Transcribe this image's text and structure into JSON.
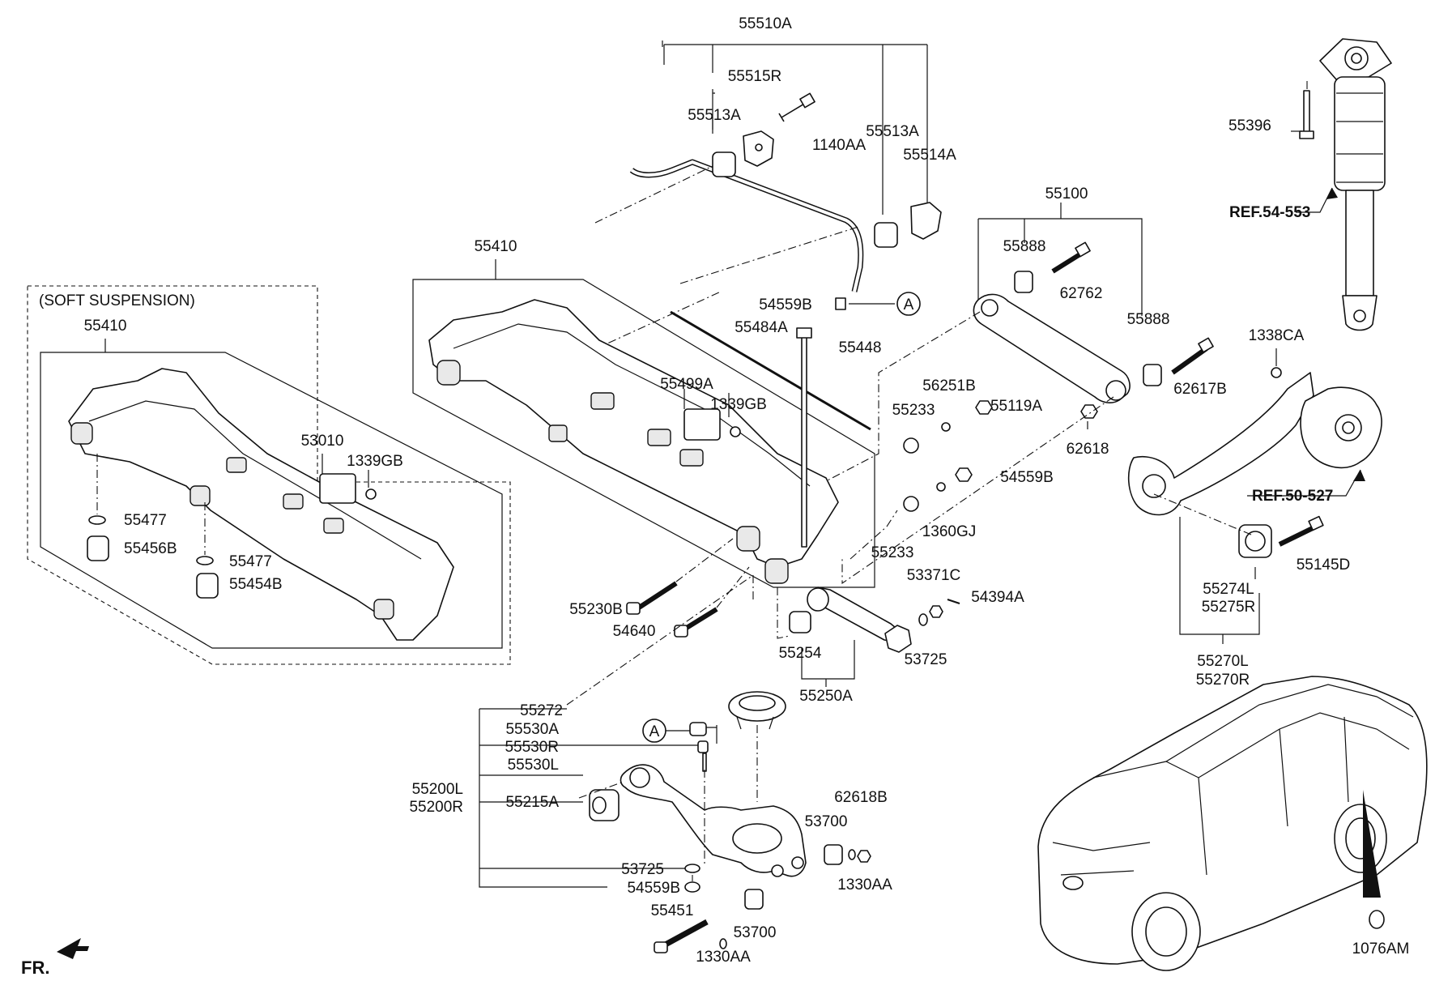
{
  "section_label": "(SOFT SUSPENSION)",
  "direction_label": "FR.",
  "circle_ref": "A",
  "labels": {
    "p55510A": "55510A",
    "p55515R": "55515R",
    "p55513A_l": "55513A",
    "p1140AA": "1140AA",
    "p55513A_r": "55513A",
    "p55514A": "55514A",
    "p55396": "55396",
    "ref54553": "REF.54-553",
    "p55100": "55100",
    "p55888_a": "55888",
    "p62762": "62762",
    "p55888_b": "55888",
    "p62617B": "62617B",
    "p1338CA": "1338CA",
    "p62618": "62618",
    "ref50527": "REF.50-527",
    "p55410_main": "55410",
    "p54559B_top": "54559B",
    "p55484A": "55484A",
    "p55448": "55448",
    "p55499A": "55499A",
    "p1339GB_main": "1339GB",
    "p56251B": "56251B",
    "p55233_a": "55233",
    "p55119A": "55119A",
    "p54559B_mid": "54559B",
    "p1360GJ": "1360GJ",
    "p55233_b": "55233",
    "p55410_soft": "55410",
    "p53010": "53010",
    "p1339GB_soft": "1339GB",
    "p55477_a": "55477",
    "p55456B": "55456B",
    "p55477_b": "55477",
    "p55454B": "55454B",
    "p55230B": "55230B",
    "p54640": "54640",
    "p53371C": "53371C",
    "p54394A": "54394A",
    "p55254": "55254",
    "p53725_r": "53725",
    "p55250A": "55250A",
    "p55145D": "55145D",
    "p55274L": "55274L",
    "p55275R": "55275R",
    "p55270L": "55270L",
    "p55270R": "55270R",
    "p55272": "55272",
    "p55530A": "55530A",
    "p55530R": "55530R",
    "p55530L": "55530L",
    "p55200L": "55200L",
    "p55200R": "55200R",
    "p55215A": "55215A",
    "p62618B": "62618B",
    "p53700_a": "53700",
    "p53725_l": "53725",
    "p1330AA_a": "1330AA",
    "p54559B_low": "54559B",
    "p55451": "55451",
    "p53700_b": "53700",
    "p1330AA_b": "1330AA",
    "p1076AM": "1076AM"
  }
}
